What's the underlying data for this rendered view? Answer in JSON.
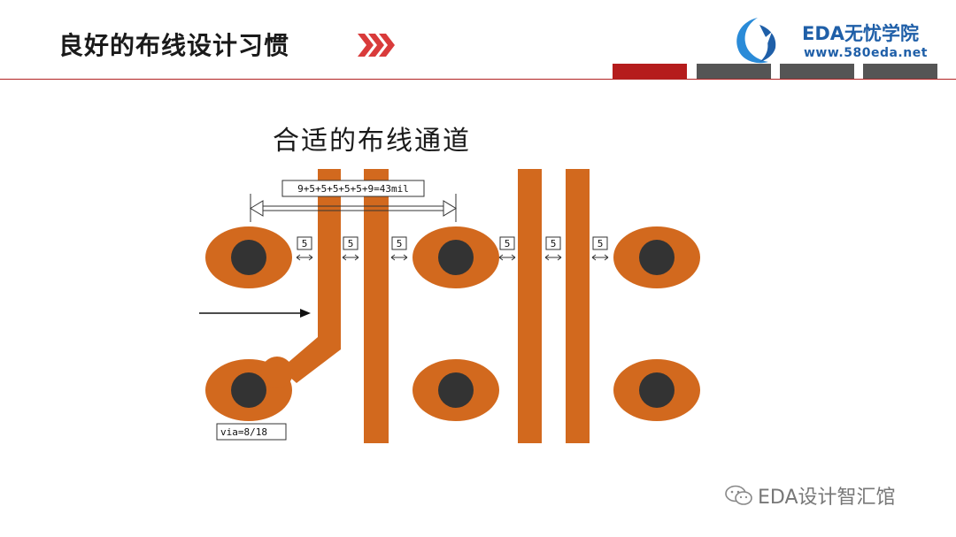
{
  "header": {
    "title": "良好的布线设计习惯",
    "brand_name": "EDA无忧学院",
    "brand_url": "www.580eda.net"
  },
  "diagram": {
    "title": "合适的布线通道",
    "width_label": "9+5+5+5+5+5+9=43mil",
    "gap_label": "5",
    "via_label": "via=8/18",
    "colors": {
      "copper": "#d2691e",
      "hole": "#333333"
    }
  },
  "watermark": {
    "text": "EDA设计智汇馆"
  }
}
